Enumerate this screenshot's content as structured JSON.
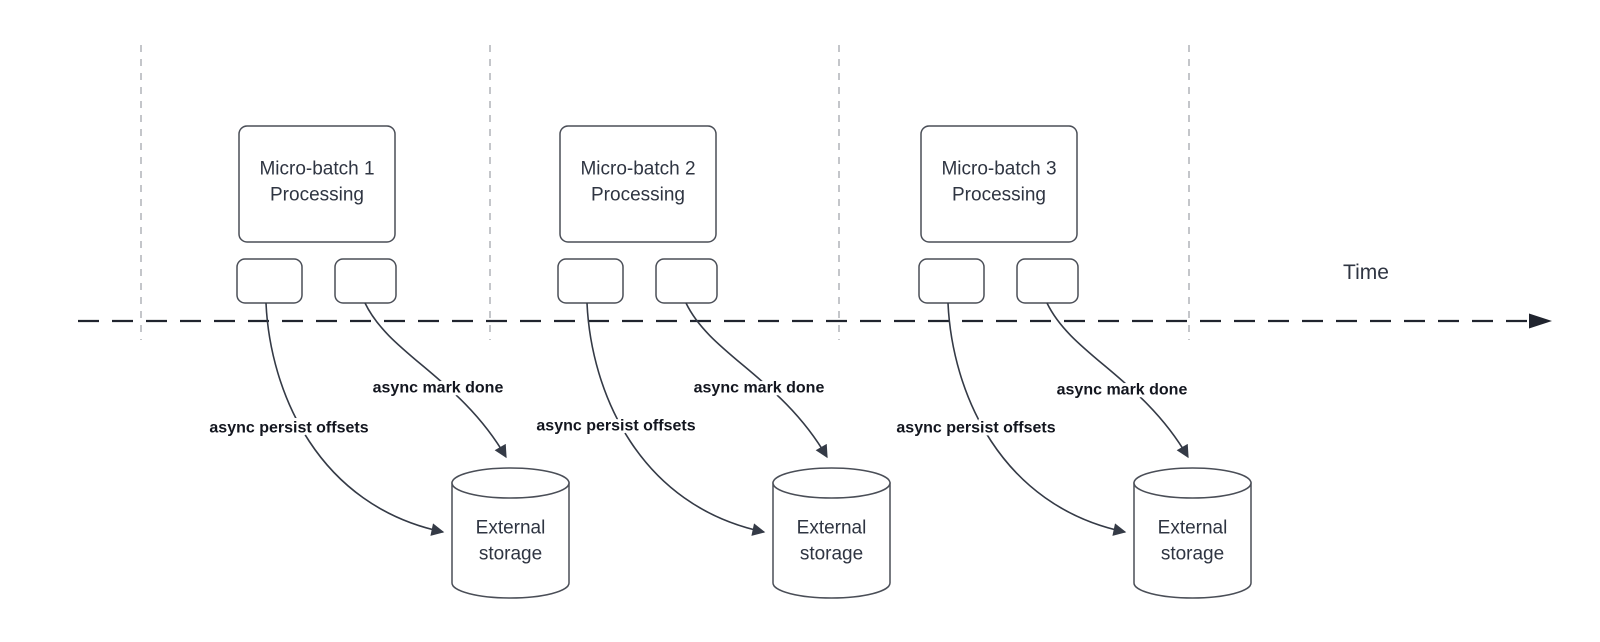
{
  "timeline": {
    "label": "Time"
  },
  "groups": [
    {
      "processing_box": {
        "lines": [
          "Micro-batch 1",
          "Processing"
        ]
      },
      "persist_label": "async persist offsets",
      "mark_done_label": "async mark done",
      "storage": {
        "lines": [
          "External",
          "storage"
        ]
      }
    },
    {
      "processing_box": {
        "lines": [
          "Micro-batch 2",
          "Processing"
        ]
      },
      "persist_label": "async persist offsets",
      "mark_done_label": "async mark done",
      "storage": {
        "lines": [
          "External",
          "storage"
        ]
      }
    },
    {
      "processing_box": {
        "lines": [
          "Micro-batch 3",
          "Processing"
        ]
      },
      "persist_label": "async persist offsets",
      "mark_done_label": "async mark done",
      "storage": {
        "lines": [
          "External",
          "storage"
        ]
      }
    }
  ],
  "colors": {
    "background": "#ffffff",
    "shape_stroke": "#4a4e57",
    "arrow_stroke": "#343a46",
    "axis_stroke": "#20242e",
    "guide_stroke": "#b0b3b8",
    "box_text": "#2f3542",
    "label_text": "#13161f"
  }
}
